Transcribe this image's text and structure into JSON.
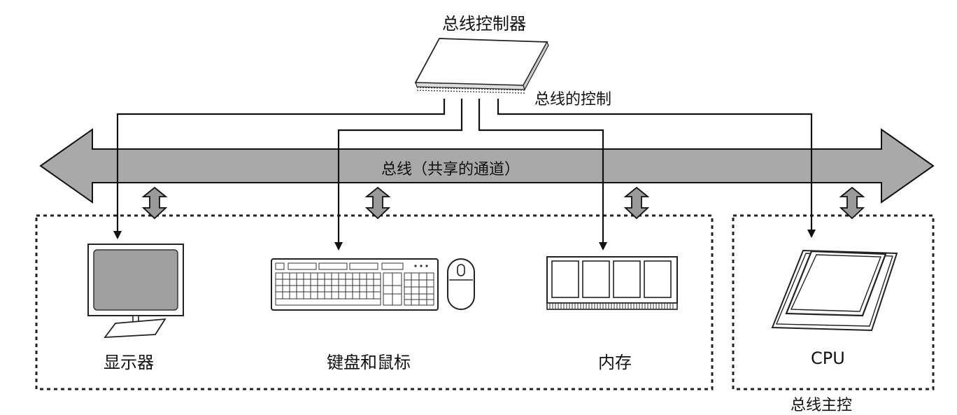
{
  "bus_controller": {
    "title": "总线控制器",
    "control_label": "总线的控制"
  },
  "bus": {
    "label": "总线（共享的通道）"
  },
  "devices": {
    "monitor": "显示器",
    "keyboard_mouse": "键盘和鼠标",
    "memory": "内存",
    "cpu": "CPU"
  },
  "cut_off_caption": "总线主控"
}
